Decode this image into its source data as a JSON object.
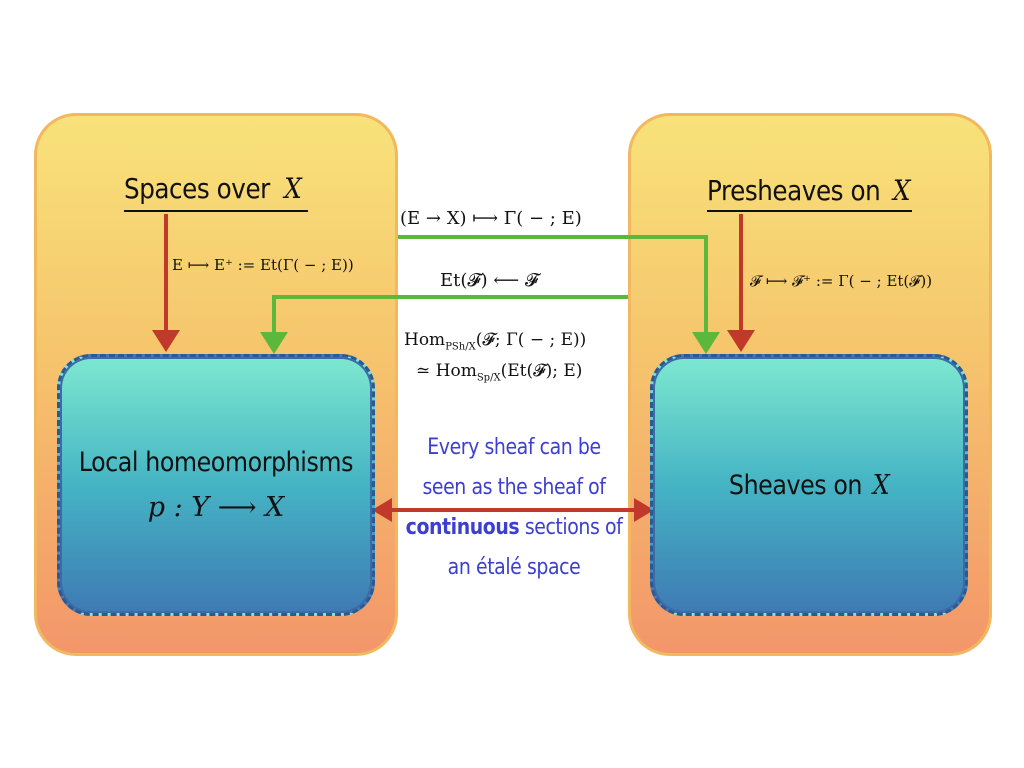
{
  "left_box": {
    "title": "Spaces over",
    "title_var": "X",
    "map_label": "E ⟼ E⁺ := Et(Γ( − ; E))",
    "inner": {
      "line1": "Local homeomorphisms",
      "line2": "p : Y ⟶ X"
    }
  },
  "right_box": {
    "title": "Presheaves on",
    "title_var": "X",
    "map_label": "𝓕 ⟼ 𝓕⁺ := Γ( − ; Et(𝓕))",
    "inner": {
      "line1": "Sheaves on",
      "line1_var": "X"
    }
  },
  "middle": {
    "top_arrow_label": "(E → X) ⟼ Γ( − ; E)",
    "second_arrow_label": "Et(𝓕) ⟵ 𝓕",
    "adjunction_line1": "Hom",
    "adjunction_sub1": "PSh/X",
    "adjunction_rest1": "(𝓕; Γ( − ; E))",
    "adjunction_line2_prefix": "≃ Hom",
    "adjunction_sub2": "Sp/X",
    "adjunction_rest2": "(Et(𝓕); E)",
    "note": {
      "line1": "Every sheaf can be",
      "line2": "seen as the sheaf of",
      "bold": "continuous",
      "line3_rest": " sections of",
      "line4": "an étalé space"
    }
  },
  "colors": {
    "red_arrow": "#c0392b",
    "green_arrow": "#5cb83a",
    "note_text": "#3d3fd0"
  }
}
